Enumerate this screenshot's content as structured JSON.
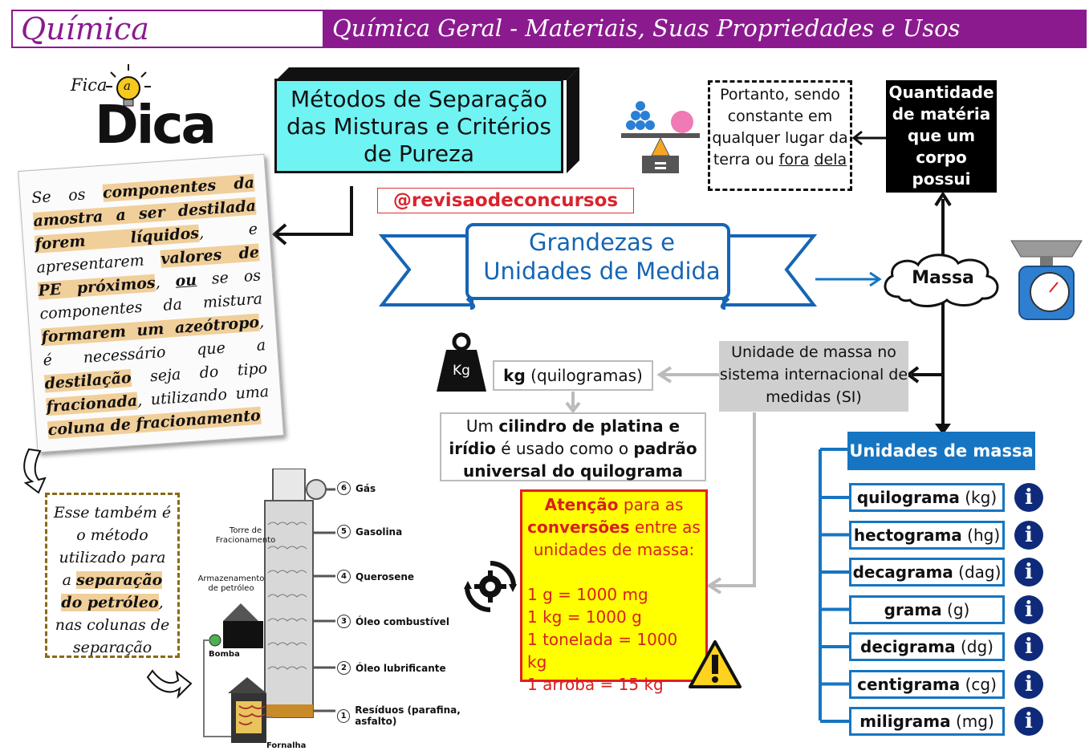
{
  "header": {
    "subject": "Química",
    "title": "Química Geral - Materiais, Suas Propriedades e Usos"
  },
  "dica": {
    "small": "Fica",
    "a": "a",
    "big": "Dica"
  },
  "methods_box": "Métodos de Separação das Misturas e Critérios de Pureza",
  "handle": "@revisaodeconcursos",
  "note": {
    "segments": [
      {
        "t": "Se os ",
        "hl": false
      },
      {
        "t": "componentes da amostra a ser destilada forem líquidos",
        "hl": true
      },
      {
        "t": ", e apresentarem ",
        "hl": false
      },
      {
        "t": "valores de PE próximos",
        "hl": true
      },
      {
        "t": ", ",
        "hl": false
      },
      {
        "t": "ou",
        "hl": false,
        "u": true
      },
      {
        "t": " se os componentes da mistura ",
        "hl": false
      },
      {
        "t": "formarem um azeótropo",
        "hl": true
      },
      {
        "t": ", é necessário que a ",
        "hl": false
      },
      {
        "t": "destilação",
        "hl": true
      },
      {
        "t": " seja do tipo ",
        "hl": false
      },
      {
        "t": "fracionada",
        "hl": true
      },
      {
        "t": ", utilizando uma ",
        "hl": false
      },
      {
        "t": "coluna de fracionamento",
        "hl": true
      }
    ]
  },
  "side_note": {
    "before": "Esse também é o método utilizado para a ",
    "highlight": "separação do petróleo",
    "after": ", nas colunas de separação"
  },
  "ribbon": {
    "line1": "Grandezas e",
    "line2": "Unidades de Medida"
  },
  "portanto": {
    "pre": "Portanto, sendo constante em qualquer lugar da terra ou ",
    "u1": "fora",
    "mid": " ",
    "u2": "dela"
  },
  "quantidade": "Quantidade de matéria que um corpo possui",
  "massa": "Massa",
  "si_box": "Unidade de massa no sistema internacional de medidas (SI)",
  "kg_icon": "Kg",
  "kg_box": {
    "bold": "kg",
    "rest": " (quilogramas)"
  },
  "cilindro": {
    "p1": "Um ",
    "b1": "cilindro de platina e irídio",
    "p2": " é usado como o ",
    "b2": "padrão universal do quilograma"
  },
  "atencao": {
    "b1": "Atenção",
    "p1": " para as ",
    "b2": "conversões",
    "p2": " entre as unidades de massa:",
    "conversions": [
      "1 g = 1000 mg",
      "1 kg = 1000 g",
      "1 tonelada = 1000 kg",
      "1 arroba = 15 kg"
    ]
  },
  "units_header": "Unidades de massa",
  "units": [
    {
      "name": "quilograma",
      "sym": "(kg)"
    },
    {
      "name": "hectograma",
      "sym": "(hg)"
    },
    {
      "name": "decagrama",
      "sym": "(dag)"
    },
    {
      "name": "grama",
      "sym": "(g)"
    },
    {
      "name": "decigrama",
      "sym": "(dg)"
    },
    {
      "name": "centigrama",
      "sym": "(cg)"
    },
    {
      "name": "miligrama",
      "sym": "(mg)"
    }
  ],
  "info_glyph": "i",
  "tower": {
    "torre": "Torre de Fracionamento",
    "armazenamento": "Armazenamento de petróleo",
    "bomba": "Bomba",
    "fornalha": "Fornalha",
    "outputs": [
      {
        "n": "6",
        "label": "Gás"
      },
      {
        "n": "5",
        "label": "Gasolina"
      },
      {
        "n": "4",
        "label": "Querosene"
      },
      {
        "n": "3",
        "label": "Óleo combustível"
      },
      {
        "n": "2",
        "label": "Óleo lubrificante"
      },
      {
        "n": "1",
        "label": "Resíduos (parafina, asfalto)"
      }
    ]
  },
  "colors": {
    "purple": "#8b1a8f",
    "cyan": "#6ff3f3",
    "blue": "#1675c2",
    "yellow": "#ffff00",
    "red": "#e02020",
    "highlight": "#f1cf9a"
  }
}
